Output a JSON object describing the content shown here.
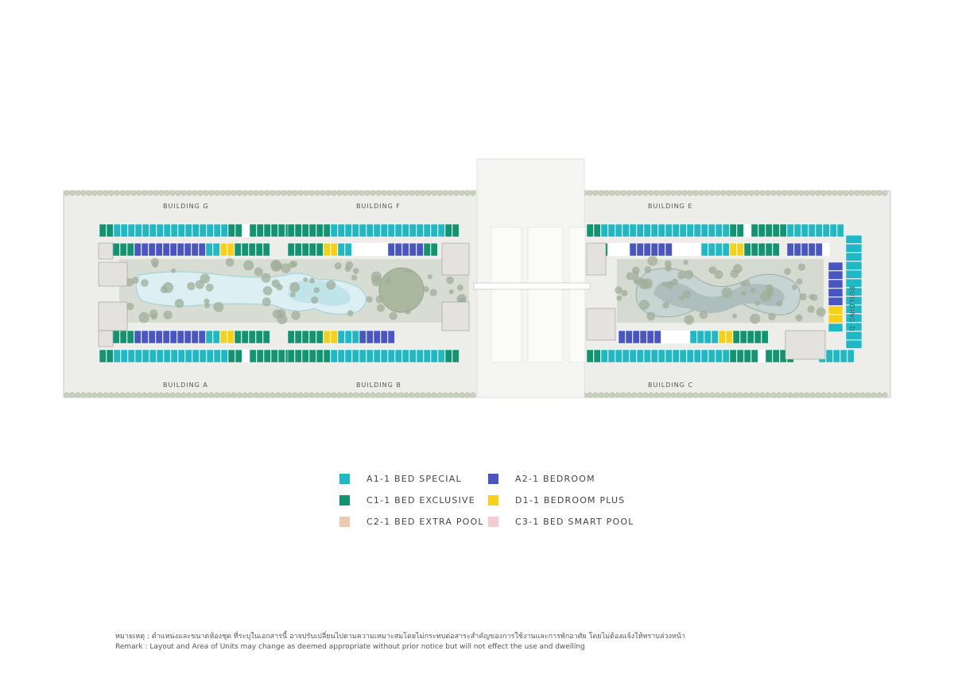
{
  "buildings": [
    {
      "id": "G",
      "label": "BUILDING G"
    },
    {
      "id": "F",
      "label": "BUILDING F"
    },
    {
      "id": "E",
      "label": "BUILDING E"
    },
    {
      "id": "A",
      "label": "BUILDING A"
    },
    {
      "id": "B",
      "label": "BUILDING B"
    },
    {
      "id": "C",
      "label": "BUILDING C"
    },
    {
      "id": "D",
      "label": "BUILDING D"
    }
  ],
  "legend": [
    {
      "code": "A1",
      "label": "A1-1 BED SPECIAL",
      "color": "#1fb8c4"
    },
    {
      "code": "A2",
      "label": "A2-1 BEDROOM",
      "color": "#4a55c4"
    },
    {
      "code": "C1",
      "label": "C1-1 BED EXCLUSIVE",
      "color": "#129470"
    },
    {
      "code": "D1",
      "label": "D1-1 BEDROOM PLUS",
      "color": "#f7d018"
    },
    {
      "code": "C2",
      "label": "C2-1 BED EXTRA POOL",
      "color": "#f0c8ae"
    },
    {
      "code": "C3",
      "label": "C3-1 BED SMART POOL",
      "color": "#f4cccf"
    }
  ],
  "remarks": {
    "thai": "หมายเหตุ : ตำแหน่งและขนาดห้องชุด ที่ระบุในเอกสารนี้ อาจปรับเปลี่ยนไปตามความเหมาะสมโดยไม่กระทบต่อสาระสำคัญของการใช้งานและการพักอาศัย โดยไม่ต้องแจ้งให้ทราบล่วงหน้า",
    "english": "Remark : Layout and Area of Units may change as deemed appropriate without prior notice but will not effect the use and dwelling"
  },
  "colors": {
    "land": "#ececea",
    "road": "#f6f6f4",
    "garden": "#c9d4c4",
    "pool_light": "#dff1f3",
    "pool_dark": "#b8e2e8",
    "corridor": "#f4f4f4"
  }
}
